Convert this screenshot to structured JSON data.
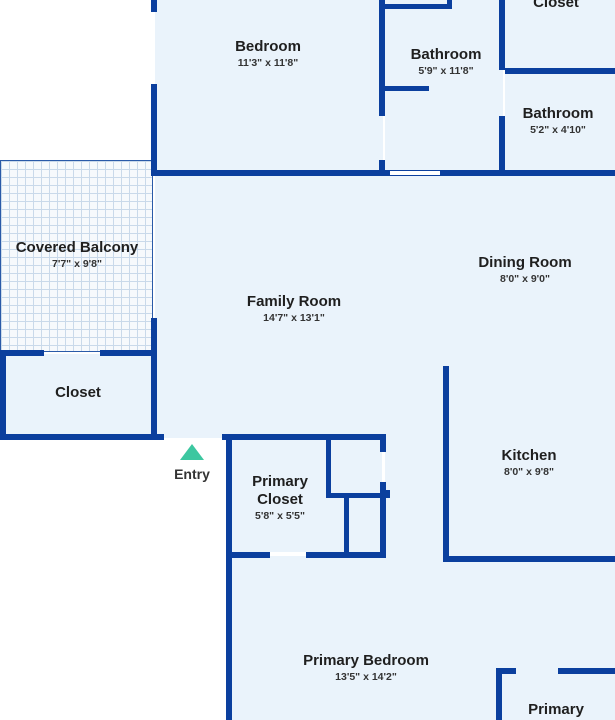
{
  "rooms": {
    "bedroom": {
      "name": "Bedroom",
      "dim": "11'3\" x 11'8\""
    },
    "bathroom_1": {
      "name": "Bathroom",
      "dim": "5'9\" x 11'8\""
    },
    "closet_top": {
      "name": "Closet"
    },
    "bathroom_2": {
      "name": "Bathroom",
      "dim": "5'2\" x 4'10\""
    },
    "covered_balcony": {
      "name": "Covered Balcony",
      "dim": "7'7\" x 9'8\""
    },
    "family_room": {
      "name": "Family Room",
      "dim": "14'7\" x 13'1\""
    },
    "dining_room": {
      "name": "Dining Room",
      "dim": "8'0\" x 9'0\""
    },
    "closet_left": {
      "name": "Closet"
    },
    "kitchen": {
      "name": "Kitchen",
      "dim": "8'0\" x 9'8\""
    },
    "primary_closet": {
      "name": "Primary\nCloset",
      "dim": "5'8\" x 5'5\""
    },
    "primary_bedroom": {
      "name": "Primary Bedroom",
      "dim": "13'5\" x 14'2\""
    },
    "primary_bath": {
      "name": "Primary"
    }
  },
  "entry": {
    "label": "Entry"
  },
  "colors": {
    "wall": "#0b3f9e",
    "floor": "#eaf3fb",
    "entry_marker": "#3cc7a0"
  }
}
